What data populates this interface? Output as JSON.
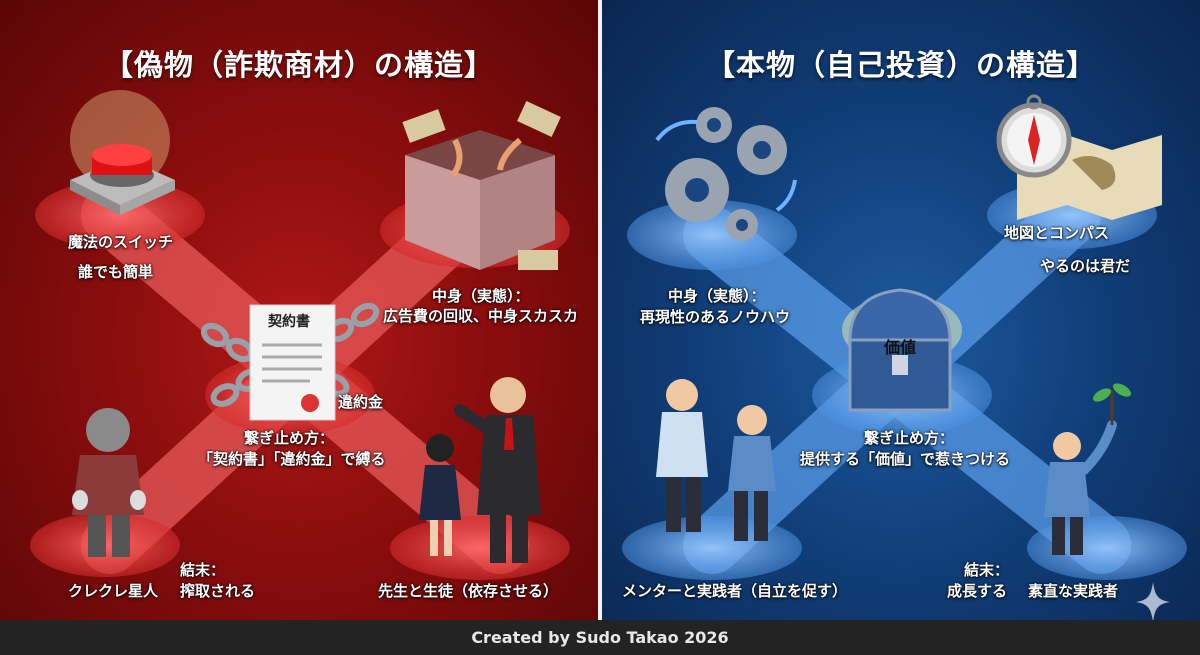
{
  "left": {
    "title": "【偽物（詐欺商材）の構造】",
    "top_left": {
      "line1": "魔法のスイッチ",
      "line2": "誰でも簡単"
    },
    "top_right": {
      "line1": "中身（実態）：",
      "line2": "広告費の回収、中身スカスカ"
    },
    "contract": {
      "doc": "契約書",
      "penalty": "違約金"
    },
    "center": {
      "line1": "繋ぎ止め方：",
      "line2": "「契約書」「違約金」で縛る"
    },
    "bottom_left": {
      "name": "クレクレ星人",
      "result_label": "結末：",
      "result": "搾取される"
    },
    "bottom_right": {
      "name": "先生と生徒（依存させる）"
    },
    "accent": "#c41414"
  },
  "right": {
    "title": "【本物（自己投資）の構造】",
    "top_left": {
      "line1": "中身（実態）：",
      "line2": "再現性のあるノウハウ"
    },
    "top_right": {
      "line1": "地図とコンパス",
      "line2": "やるのは君だ"
    },
    "chest": {
      "label": "価値"
    },
    "center": {
      "line1": "繋ぎ止め方：",
      "line2": "提供する「価値」で惹きつける"
    },
    "bottom_left": {
      "name": "メンターと実践者（自立を促す）"
    },
    "bottom_right": {
      "result_label": "結末：",
      "result": "成長する",
      "name": "素直な実践者"
    },
    "accent": "#4a90e0"
  },
  "footer": "Created by Sudo Takao 2026"
}
